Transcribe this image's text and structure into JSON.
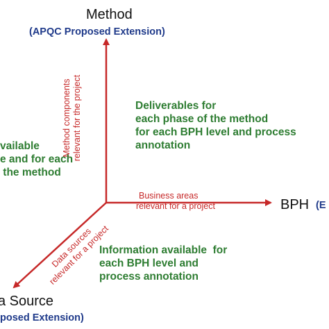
{
  "colors": {
    "axis": "#c62828",
    "axis_title": "#111111",
    "subtitle": "#1f3a8a",
    "note": "#2e7d32",
    "axis_label": "#c62828"
  },
  "axes": {
    "method": {
      "title": "Method",
      "subtitle": "(APQC Proposed Extension)",
      "label_line1": "Method components",
      "label_line2": "relevant for the project"
    },
    "bph": {
      "title": "BPH",
      "subtitle_fragment": "(E",
      "label_line1": "Business areas",
      "label_line2": "relevant for a project"
    },
    "data_source": {
      "title_fragment": "a Source",
      "subtitle_fragment": "posed Extension)",
      "label_line1": "Data sources",
      "label_line2": "relevant for a project"
    }
  },
  "notes": {
    "deliverables": "Deliverables for\neach phase of the method\nfor each BPH level and process\nannotation",
    "information": "Information available  for\neach BPH level and\nprocess annotation",
    "left_fragment": "vailable\ne and for each\n the method"
  }
}
